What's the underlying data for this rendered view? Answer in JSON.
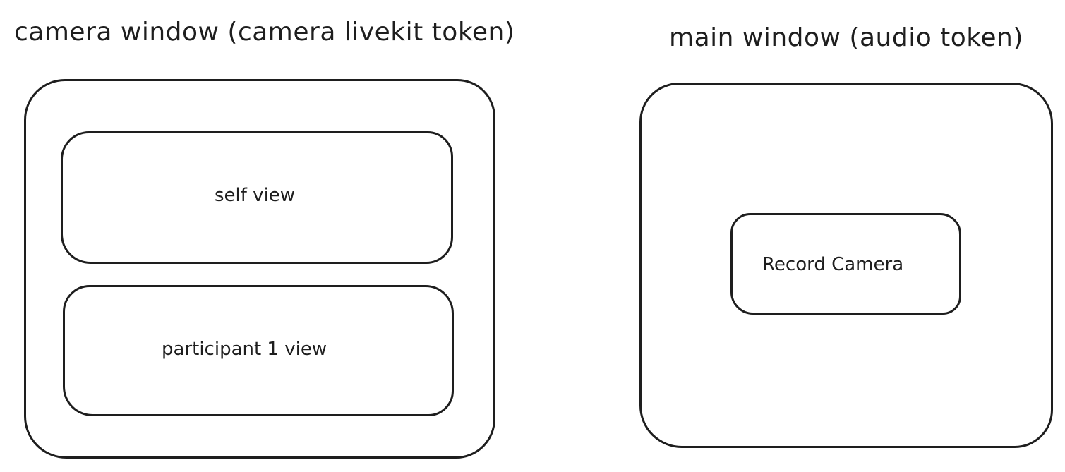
{
  "camera_window": {
    "title": "camera window (camera livekit token)",
    "self_view": {
      "label": "self view"
    },
    "participant_view": {
      "label": "participant 1 view"
    }
  },
  "main_window": {
    "title": "main window (audio token)",
    "record_camera": {
      "label": "Record Camera"
    }
  },
  "colors": {
    "stroke": "#1e1e1e",
    "background": "#ffffff"
  }
}
